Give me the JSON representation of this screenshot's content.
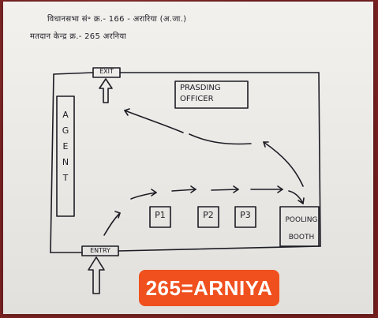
{
  "header": {
    "line1": "विधानसभा सं॰ क्र.- 166 - अरारिया (अ.जा.)",
    "line2": "मतदान केन्द्र क्र.- 265 अरनिया"
  },
  "diagram": {
    "exit_label": "EXIT",
    "entry_label": "ENTRY",
    "presiding_officer": "PRASDING OFFICER",
    "agent": "AGENT",
    "polling_officers": [
      "P1",
      "P2",
      "P3"
    ],
    "polling_booth": "POOLING BOOTH"
  },
  "overlay": {
    "caption": "265=ARNIYA",
    "badge_color": "#f0501e"
  }
}
